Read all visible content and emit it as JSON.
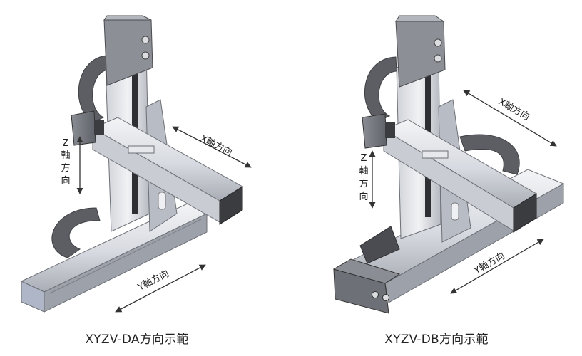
{
  "panels": [
    {
      "caption": "XYZV-DA方向示範",
      "x_label": "X軸方向",
      "y_label": "Y軸方向",
      "z_label_chars": [
        "Z",
        "軸",
        "方",
        "向"
      ]
    },
    {
      "caption": "XYZV-DB方向示範",
      "x_label": "X軸方向",
      "y_label": "Y軸方向",
      "z_label_chars": [
        "Z",
        "軸",
        "方",
        "向"
      ]
    }
  ],
  "colors": {
    "body_light": "#e6e8ec",
    "body_mid": "#c9ccd3",
    "body_dark": "#9da1a9",
    "cap_dark": "#3a3c40",
    "motor_gray": "#6d7076",
    "cable_gray": "#5a5c61",
    "plate_blue": "#aeb6c8",
    "arrow": "#333333"
  }
}
